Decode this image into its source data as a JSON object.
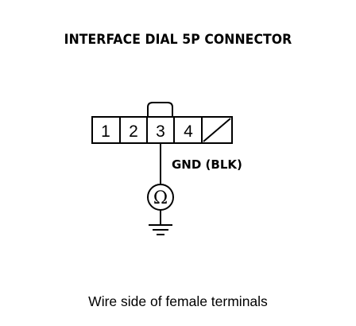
{
  "title": "INTERFACE DIAL 5P CONNECTOR",
  "connector": {
    "pins": [
      "1",
      "2",
      "3",
      "4",
      ""
    ],
    "unused_pin_marker": "diagonal-slash"
  },
  "wire_label": "GND (BLK)",
  "meter_symbol": "Ω",
  "ground_symbol": "ground-icon",
  "caption": "Wire side of female terminals",
  "colors": {
    "line": "#000000",
    "background": "#ffffff"
  }
}
